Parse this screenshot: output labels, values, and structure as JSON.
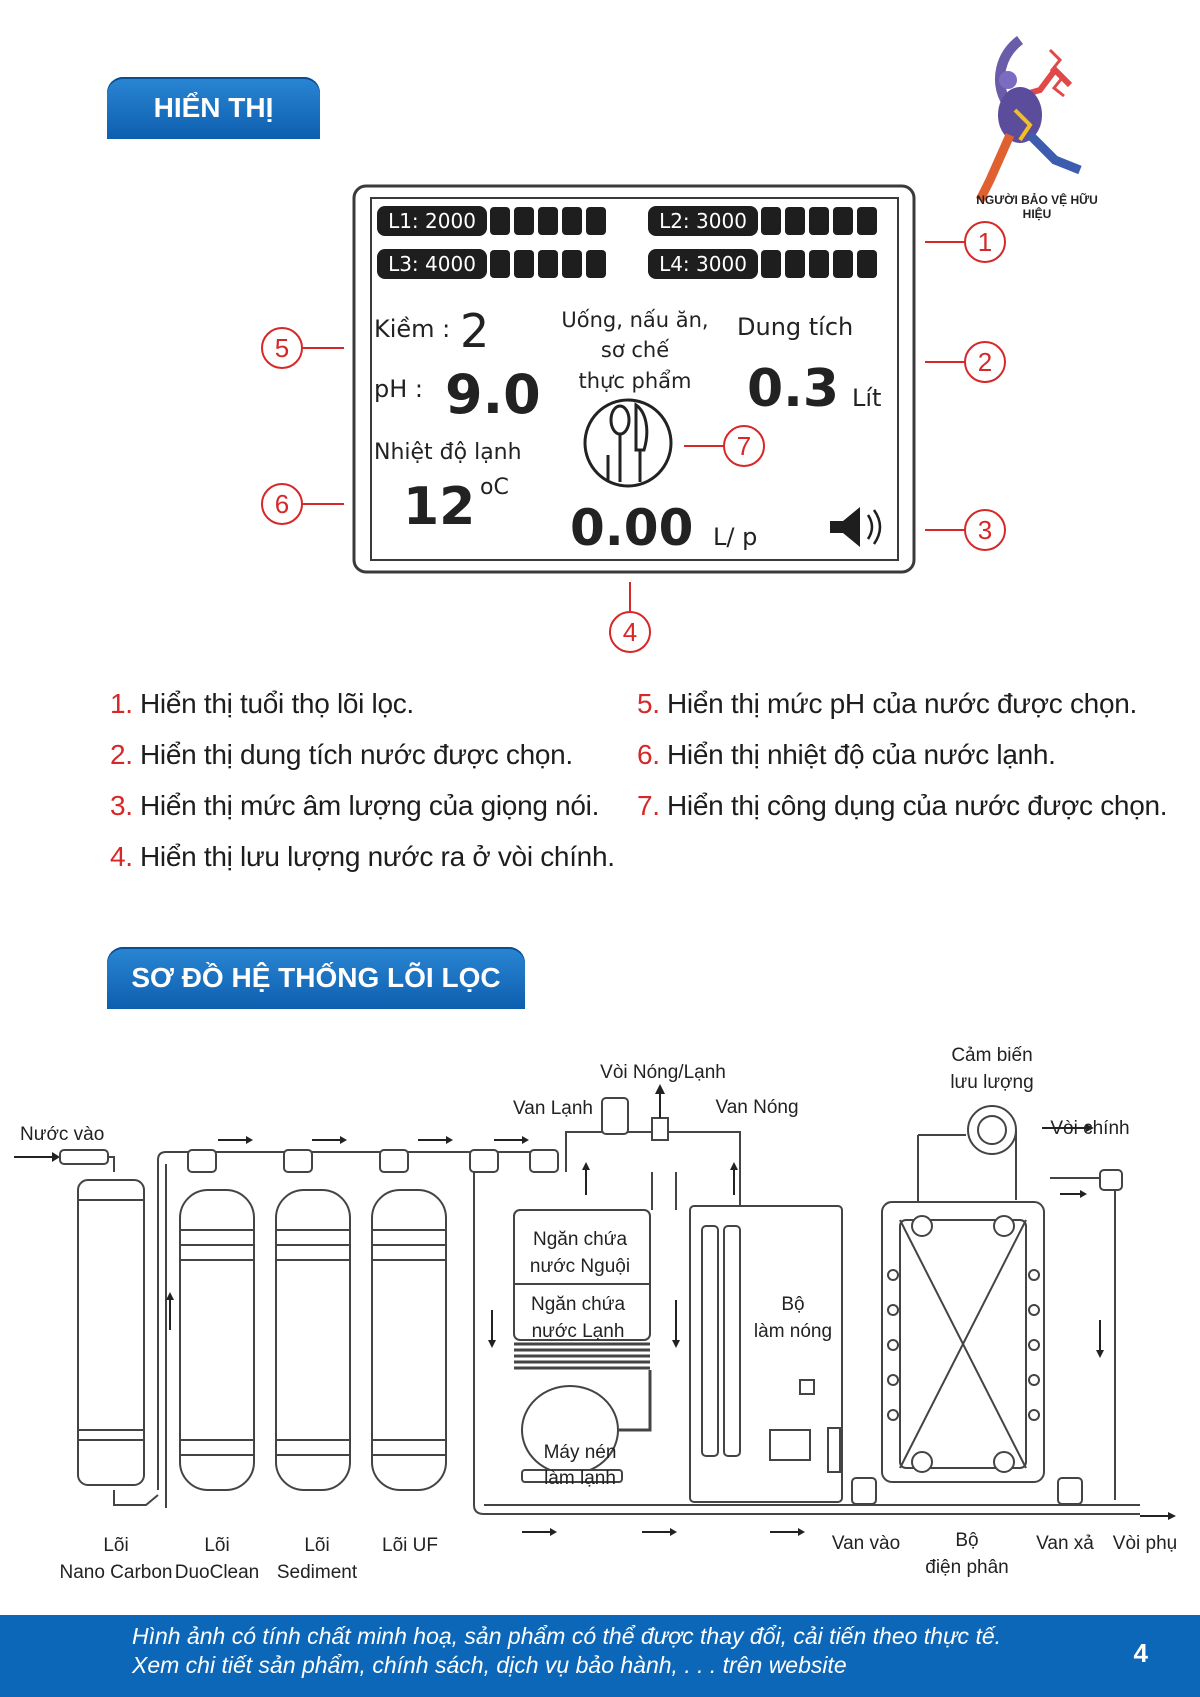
{
  "section1": {
    "title": "HIỂN THỊ"
  },
  "logo": {
    "caption": "NGƯỜI BẢO VỆ HỮU HIỆU"
  },
  "lcd": {
    "filters": [
      {
        "label": "L1: 2000"
      },
      {
        "label": "L2: 3000"
      },
      {
        "label": "L3: 4000"
      },
      {
        "label": "L4: 3000"
      }
    ],
    "kiem_label": "Kiềm :",
    "kiem_value": "2",
    "ph_label": "pH :",
    "ph_value": "9.0",
    "usage_line1": "Uống, nấu ăn,",
    "usage_line2": "sơ chế",
    "usage_line3": "thực phẩm",
    "volume_label": "Dung  tích",
    "volume_value": "0.3",
    "volume_unit": "Lít",
    "temp_label": "Nhiệt độ lạnh",
    "temp_value": "12",
    "temp_unit": "oC",
    "flow_value": "0.00",
    "flow_unit": "L/ p"
  },
  "callouts": [
    "1",
    "2",
    "3",
    "4",
    "5",
    "6",
    "7"
  ],
  "legend": {
    "left": [
      {
        "num": "1.",
        "text": "Hiển thị tuổi thọ lõi lọc."
      },
      {
        "num": "2.",
        "text": "Hiển thị dung tích nước được chọn."
      },
      {
        "num": "3.",
        "text": "Hiển thị mức âm lượng của giọng nói."
      },
      {
        "num": "4.",
        "text": "Hiển thị lưu lượng nước ra ở vòi chính."
      }
    ],
    "right": [
      {
        "num": "5.",
        "text": "Hiển thị mức pH của nước được chọn."
      },
      {
        "num": "6.",
        "text": "Hiển thị nhiệt độ của nước lạnh."
      },
      {
        "num": "7.",
        "text": "Hiển thị công dụng của nước được chọn."
      }
    ]
  },
  "section2": {
    "title": "SƠ ĐỒ HỆ THỐNG LÕI LỌC"
  },
  "system": {
    "nuoc_vao": "Nước vào",
    "voi_nong_lanh": "Vòi Nóng/Lạnh",
    "van_lanh": "Van Lạnh",
    "van_nong": "Van Nóng",
    "cam_bien_1": "Cảm biến",
    "cam_bien_2": "lưu lượng",
    "voi_chinh": "Vòi chính",
    "ngan_nguoi_1": "Ngăn chứa",
    "ngan_nguoi_2": "nước Nguội",
    "ngan_lanh_1": "Ngăn chứa",
    "ngan_lanh_2": "nước Lạnh",
    "bo_lam_nong_1": "Bộ",
    "bo_lam_nong_2": "làm nóng",
    "may_nen_1": "Máy nén",
    "may_nen_2": "làm lạnh",
    "loi1_a": "Lõi",
    "loi1_b": "Nano Carbon",
    "loi2_a": "Lõi",
    "loi2_b": "DuoClean",
    "loi3_a": "Lõi",
    "loi3_b": "Sediment",
    "loi4": "Lõi UF",
    "van_vao": "Van vào",
    "bo_dien_phan_1": "Bộ",
    "bo_dien_phan_2": "điện phân",
    "van_xa": "Van xả",
    "voi_phu": "Vòi phụ"
  },
  "footer": {
    "line1": "Hình ảnh có tính chất minh hoạ, sản phẩm có thể được thay đổi, cải tiến theo thực tế.",
    "line2": "Xem chi tiết sản phẩm, chính sách, dịch vụ bảo hành, . . . trên website",
    "page": "4"
  },
  "colors": {
    "accent_blue": "#0d67b8",
    "callout_red": "#d62828",
    "lcd_dark": "#1e1e1e"
  }
}
